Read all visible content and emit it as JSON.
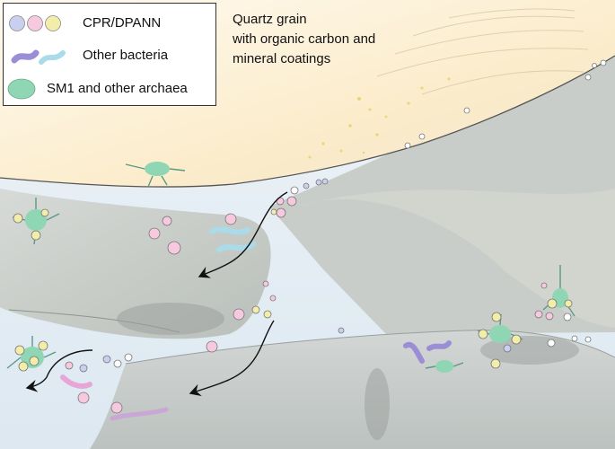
{
  "legend": {
    "items": [
      {
        "label": "CPR/DPANN",
        "colors": [
          "#c9cfee",
          "#f6c9df",
          "#f2eeaa"
        ]
      },
      {
        "label": "Other bacteria",
        "colors": [
          "#9c8ed6",
          "#a9dbea"
        ]
      },
      {
        "label": "SM1 and other archaea",
        "colors": [
          "#8fd6b4"
        ]
      }
    ]
  },
  "grain_caption": {
    "line1": "Quartz grain",
    "line2": "with organic carbon and",
    "line3": "mineral coatings"
  },
  "colors": {
    "quartz": "#fbf0d4",
    "rock_gray": "#c3c8c5",
    "water": "#e6eff6",
    "cpr_blue": "#c9cfee",
    "cpr_pink": "#f6c9df",
    "cpr_yellow": "#f2eeaa",
    "bacteria_purple": "#9c8ed6",
    "bacteria_cyan": "#a9dbea",
    "archaea_green": "#8fd6b4",
    "arrow": "#111111"
  }
}
